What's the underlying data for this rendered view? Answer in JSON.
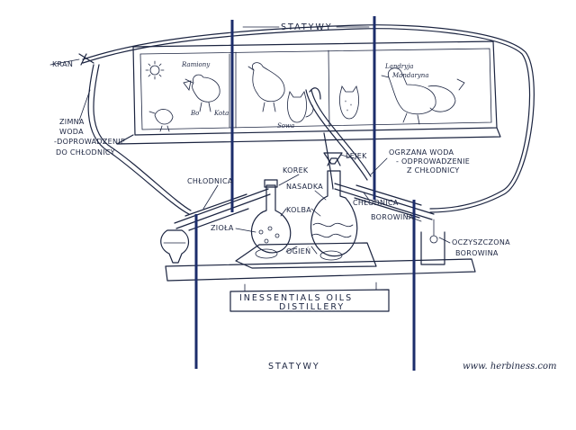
{
  "labels": {
    "statywy_top": "STATYWY",
    "statywy_bottom": "STATYWY",
    "kran": "KRAN",
    "zimna_1": "ZIMNA",
    "zimna_2": "WODA",
    "zimna_3": "-DOPROWADZENIE",
    "zimna_4": "DO CHŁODNICY",
    "chlodnica_left": "CHŁODNICA",
    "chlodnica_right": "CHŁODNICA",
    "korek": "KOREK",
    "nasadka": "NASADKA",
    "kolba": "KOLBA",
    "ziola": "ZIOŁA",
    "ogien": "OGIEŃ",
    "lejek": "LEJEK",
    "ogrzana_1": "OGRZANA WODA",
    "ogrzana_2": "- ODPROWADZENIE",
    "ogrzana_3": "Z CHŁODNICY",
    "borowina": "BOROWINA",
    "oczyszczona_1": "OCZYSZCZONA",
    "oczyszczona_2": "BOROWINA",
    "sign_1": "INESSENTIALS OILS",
    "sign_2": "DISTILLERY",
    "website": "www. herbiness.com",
    "poster_ramiony": "Ramiony",
    "poster_kota": "Kota",
    "poster_bo": "Bo",
    "poster_sowa": "Sowa",
    "poster_landyja": "Landryja",
    "poster_mandaryna": "Mandaryna"
  },
  "colors": {
    "ink": "#1b2440",
    "post": "#1c2d6b",
    "background": "#ffffff"
  }
}
